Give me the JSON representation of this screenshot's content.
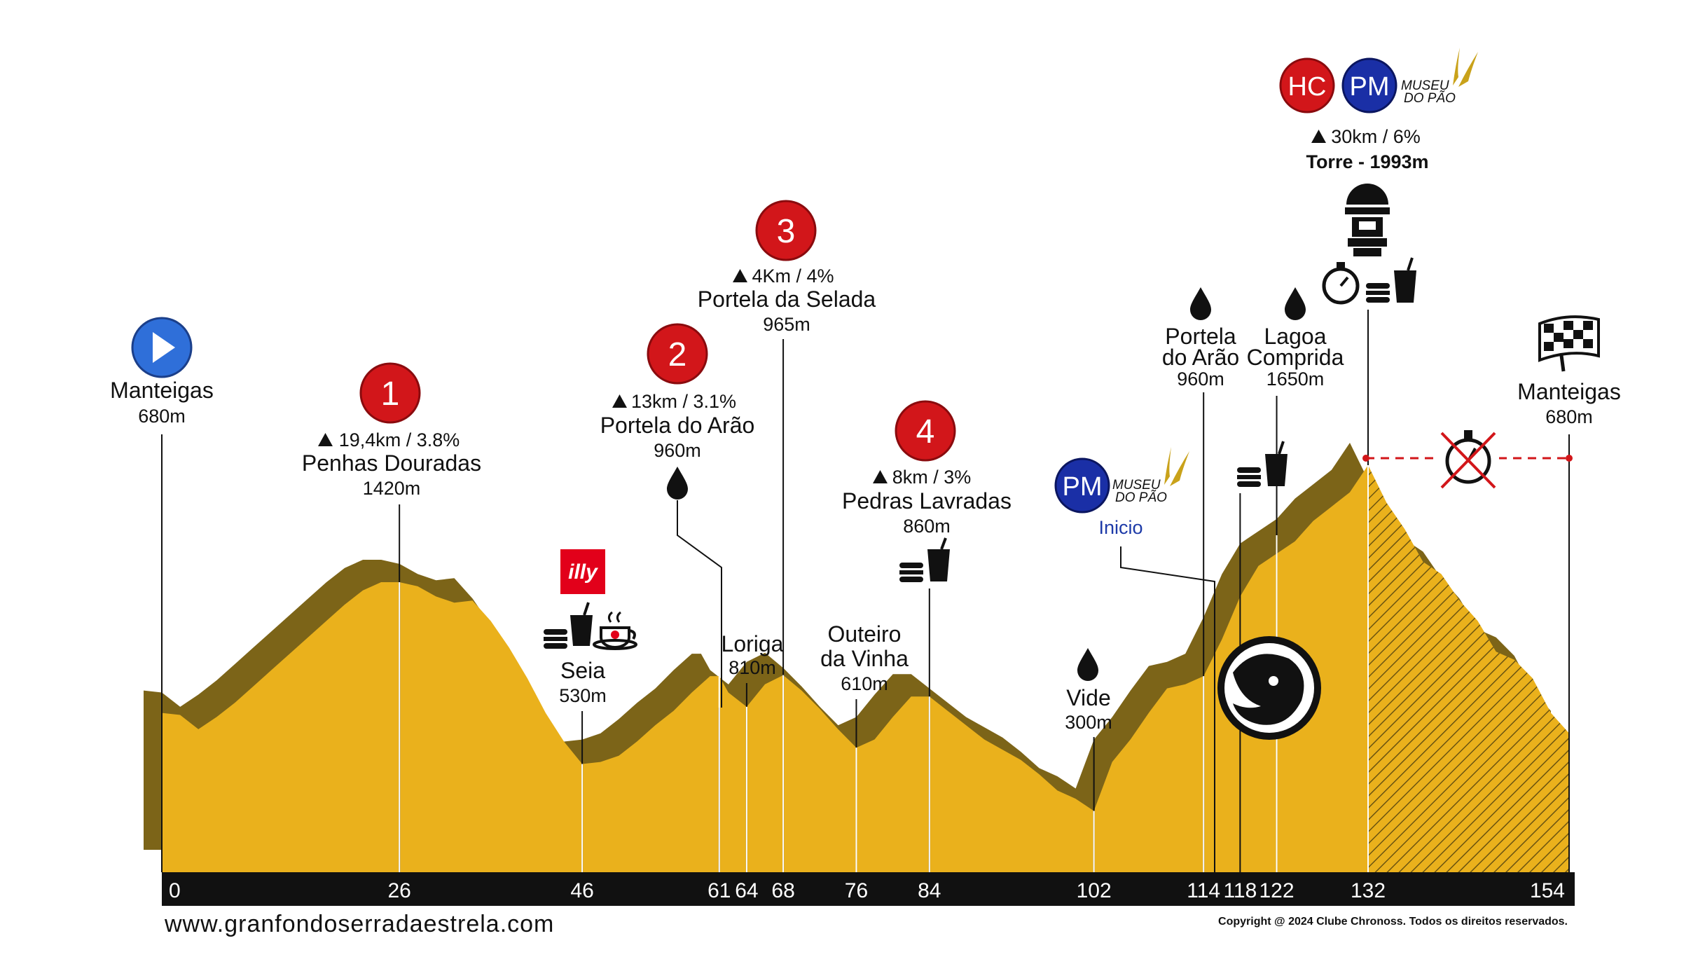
{
  "colors": {
    "terrain": "#eab11c",
    "terrain_highlight": "#f3c640",
    "shadow": "#7c6418",
    "axis_bar": "#111111",
    "category_badge": "#d2161a",
    "pm_badge": "#1a2fa6",
    "start_button": "#2f6fd9",
    "logo_gold": "#c9a21a",
    "illy_red": "#e2001a"
  },
  "chart_data": {
    "type": "area",
    "xlabel": "",
    "ylabel": "",
    "xlim": [
      0,
      154
    ],
    "ylim": [
      0,
      2000
    ],
    "grid": false,
    "x_ticks": [
      "0",
      "26",
      "46",
      "61",
      "64",
      "68",
      "76",
      "84",
      "102",
      "114",
      "118",
      "122",
      "132",
      "154"
    ],
    "x_tick_values": [
      0,
      26,
      46,
      61,
      64,
      68,
      76,
      84,
      102,
      114,
      118,
      122,
      132,
      154
    ],
    "profile": {
      "x": [
        0,
        2,
        4,
        6,
        8,
        10,
        12,
        14,
        16,
        18,
        20,
        22,
        24,
        26,
        28,
        30,
        32,
        34,
        36,
        38,
        40,
        42,
        44,
        46,
        48,
        50,
        52,
        54,
        56,
        58,
        60,
        61,
        62,
        64,
        66,
        68,
        70,
        72,
        74,
        76,
        78,
        80,
        82,
        84,
        86,
        88,
        90,
        92,
        94,
        96,
        98,
        100,
        102,
        104,
        106,
        108,
        110,
        112,
        114,
        116,
        118,
        120,
        122,
        124,
        126,
        128,
        130,
        132,
        134,
        136,
        138,
        140,
        142,
        144,
        146,
        148,
        150,
        152,
        154
      ],
      "y": [
        780,
        770,
        700,
        760,
        830,
        910,
        990,
        1070,
        1150,
        1230,
        1310,
        1380,
        1420,
        1420,
        1400,
        1350,
        1320,
        1330,
        1230,
        1100,
        950,
        780,
        640,
        530,
        540,
        570,
        640,
        720,
        790,
        880,
        960,
        960,
        880,
        810,
        920,
        965,
        890,
        800,
        700,
        610,
        650,
        760,
        860,
        860,
        790,
        720,
        650,
        600,
        550,
        480,
        400,
        360,
        300,
        540,
        650,
        780,
        900,
        920,
        960,
        1140,
        1350,
        1500,
        1560,
        1620,
        1720,
        1790,
        1860,
        1993,
        1810,
        1680,
        1520,
        1460,
        1330,
        1230,
        1080,
        1040,
        950,
        780,
        680
      ]
    },
    "series": [
      {
        "values": [
          680,
          1420,
          530,
          960,
          810,
          965,
          610,
          860,
          300,
          960,
          1650,
          1993,
          680
        ]
      }
    ],
    "points": [
      {
        "name": "Manteigas",
        "km": 0,
        "alt": 680,
        "alt_label": "680m"
      },
      {
        "name": "Penhas Douradas",
        "km": 26,
        "alt": 1420,
        "alt_label": "1420m",
        "climb": "19,4km / 3.8%",
        "category": "1"
      },
      {
        "name": "Seia",
        "km": 46,
        "alt": 530,
        "alt_label": "530m"
      },
      {
        "name": "Portela do Arão",
        "km": 61,
        "alt": 960,
        "alt_label": "960m",
        "climb": "13km / 3.1%",
        "category": "2"
      },
      {
        "name": "Loriga",
        "km": 64,
        "alt": 810,
        "alt_label": "810m"
      },
      {
        "name": "Portela da Selada",
        "km": 68,
        "alt": 965,
        "alt_label": "965m",
        "climb": "4Km / 4%",
        "category": "3"
      },
      {
        "name_line1": "Outeiro",
        "name_line2": "da Vinha",
        "km": 76,
        "alt": 610,
        "alt_label": "610m"
      },
      {
        "name": "Pedras Lavradas",
        "km": 84,
        "alt": 860,
        "alt_label": "860m",
        "climb": "8km / 3%",
        "category": "4"
      },
      {
        "name": "Vide",
        "km": 102,
        "alt": 300,
        "alt_label": "300m"
      },
      {
        "name_line1": "Portela",
        "name_line2": "do Arão",
        "km": 114,
        "alt": 960,
        "alt_label": "960m"
      },
      {
        "name_line1": "Lagoa",
        "name_line2": "Comprida",
        "km": 122,
        "alt": 1650,
        "alt_label": "1650m"
      },
      {
        "name": "Torre",
        "km": 132,
        "alt": 1993,
        "alt_label": "1993m",
        "climb": "30km / 6%",
        "category": "HC"
      },
      {
        "name": "Manteigas",
        "km": 154,
        "alt": 680,
        "alt_label": "680m"
      }
    ]
  },
  "labels": {
    "start_name": "Manteigas",
    "start_alt": "680m",
    "finish_name": "Manteigas",
    "finish_alt": "680m",
    "cat1_num": "1",
    "cat1_climb": "19,4km / 3.8%",
    "cat1_name": "Penhas Douradas",
    "cat1_alt": "1420m",
    "cat2_num": "2",
    "cat2_climb": "13km / 3.1%",
    "cat2_name": "Portela do Arão",
    "cat2_alt": "960m",
    "cat3_num": "3",
    "cat3_climb": "4Km / 4%",
    "cat3_name": "Portela da Selada",
    "cat3_alt": "965m",
    "cat4_num": "4",
    "cat4_climb": "8km / 3%",
    "cat4_name": "Pedras Lavradas",
    "cat4_alt": "860m",
    "seia_name": "Seia",
    "seia_alt": "530m",
    "loriga_name": "Loriga",
    "loriga_alt": "810m",
    "outeiro_l1": "Outeiro",
    "outeiro_l2": "da Vinha",
    "outeiro_alt": "610m",
    "vide_name": "Vide",
    "vide_alt": "300m",
    "pm_inicio_badge": "PM",
    "pm_inicio_label": "Inicio",
    "portela2_l1": "Portela",
    "portela2_l2": "do Arão",
    "portela2_alt": "960m",
    "lagoa_l1": "Lagoa",
    "lagoa_l2": "Comprida",
    "lagoa_alt": "1650m",
    "hc_badge": "HC",
    "pm_top_badge": "PM",
    "torre_climb": "30km / 6%",
    "torre_name": "Torre - 1993m",
    "museu_line1": "MUSEU",
    "museu_line2": "DO PÃO",
    "illy_text": "illy"
  },
  "footer": {
    "website": "www.granfondoserradaestrela.com",
    "copyright": "Copyright @ 2024 Clube Chronoss. Todos os direitos reservados."
  }
}
